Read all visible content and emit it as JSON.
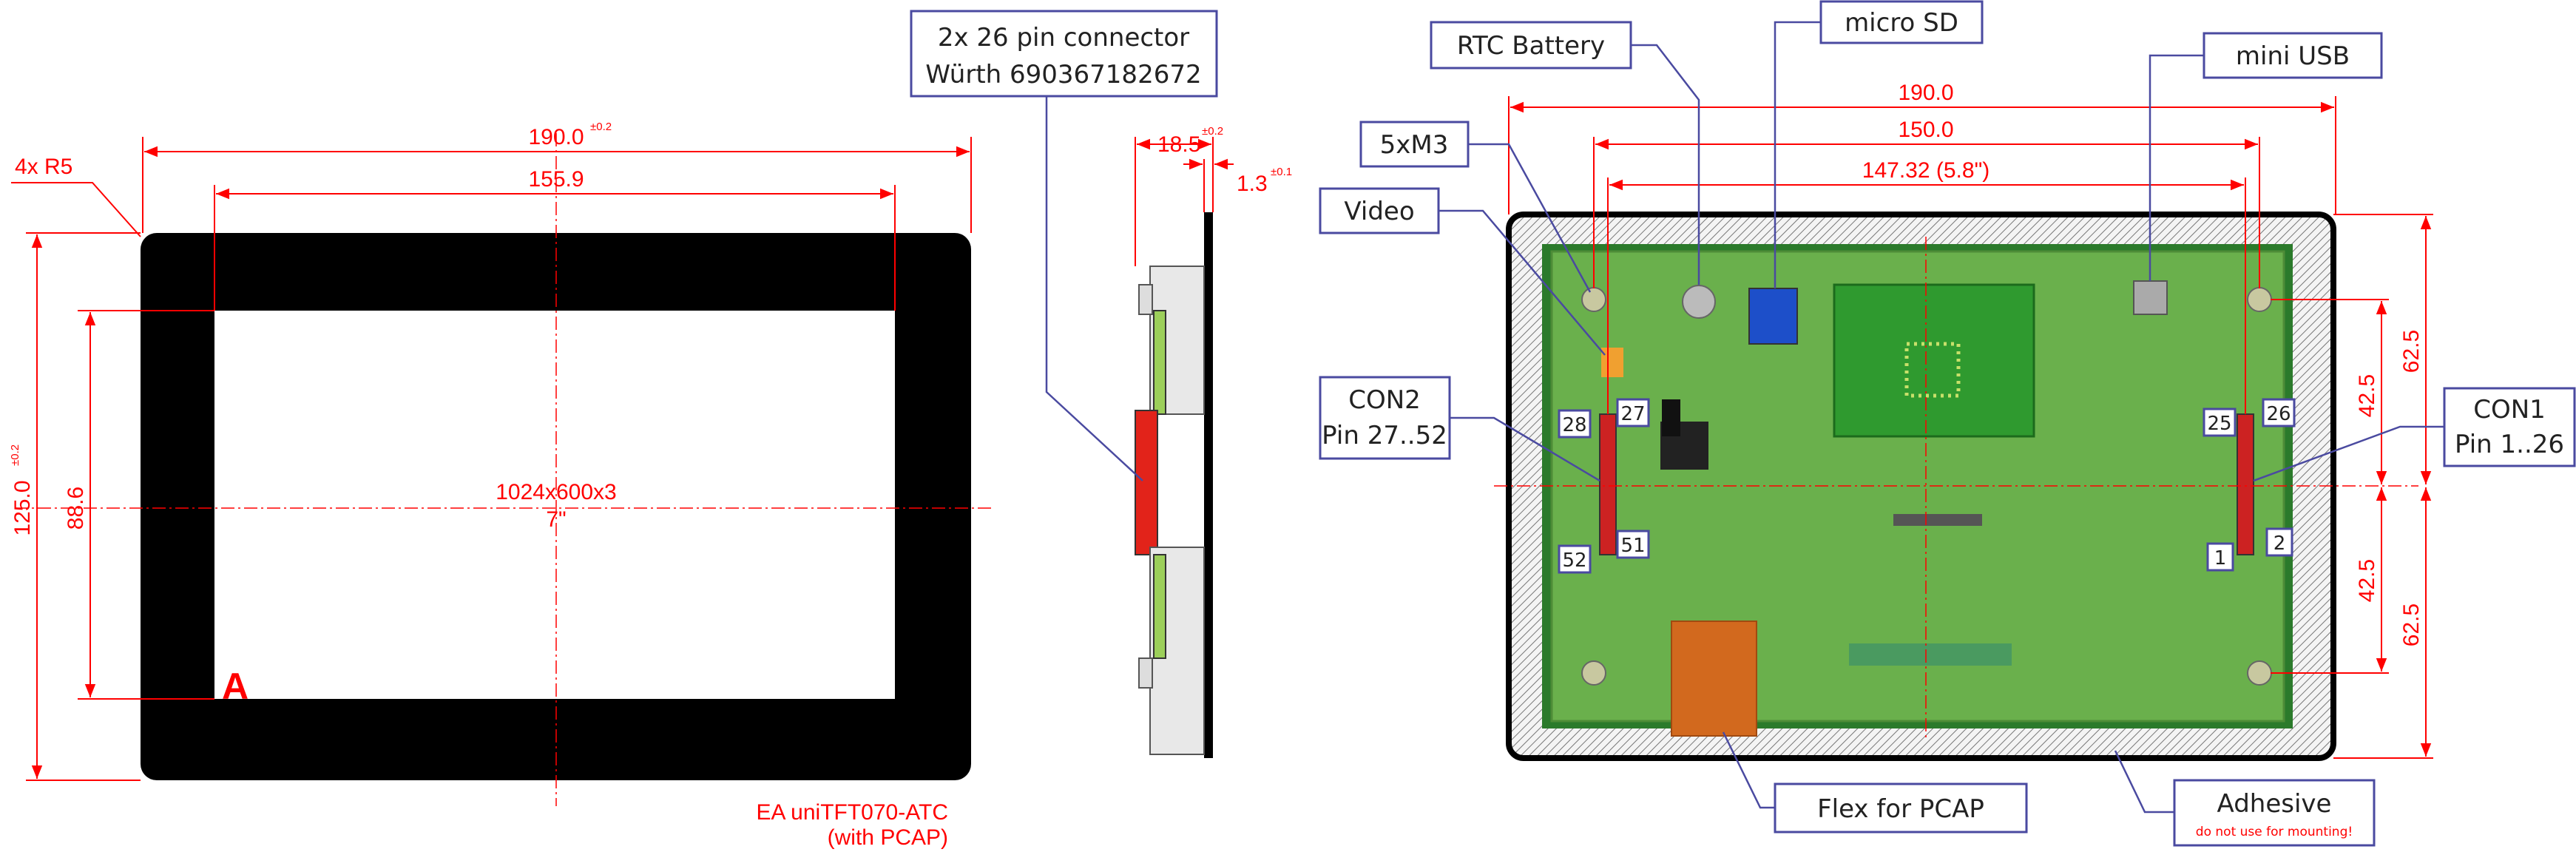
{
  "front_view": {
    "radius_note": "4x R5",
    "width_dim": "190.0",
    "width_tol": "±0.2",
    "active_width_dim": "155.9",
    "height_dim": "125.0",
    "height_tol": "±0.2",
    "active_height_dim": "88.6",
    "resolution": "1024x600x3",
    "diagonal": "7\"",
    "corner_mark": "A",
    "model": "EA uniTFT070-ATC",
    "model_note": "(with PCAP)"
  },
  "side_view": {
    "connector_label_1": "2x 26 pin connector",
    "connector_label_2": "Würth 690367182672",
    "depth_dim": "18.5",
    "depth_tol": "±0.2",
    "glass_dim": "1.3",
    "glass_tol": "±0.1"
  },
  "back_view": {
    "callouts": {
      "rtc_battery": "RTC Battery",
      "micro_sd": "micro SD",
      "mini_usb": "mini USB",
      "mounting": "5xM3",
      "video": "Video",
      "con2_title": "CON2",
      "con2_pins": "Pin 27..52",
      "con1_title": "CON1",
      "con1_pins": "Pin 1..26",
      "flex": "Flex for PCAP",
      "adhesive": "Adhesive",
      "adhesive_warning": "do not use for mounting!"
    },
    "dims": {
      "outer_width": "190.0",
      "hole_spacing": "150.0",
      "connector_spacing": "147.32 (5.8\")",
      "half_height_top": "62.5",
      "hole_half_top": "42.5",
      "hole_half_bottom": "42.5",
      "half_height_bottom": "62.5"
    },
    "pins": {
      "p28": "28",
      "p27": "27",
      "p52": "52",
      "p51": "51",
      "p25": "25",
      "p26": "26",
      "p1": "1",
      "p2": "2"
    }
  }
}
